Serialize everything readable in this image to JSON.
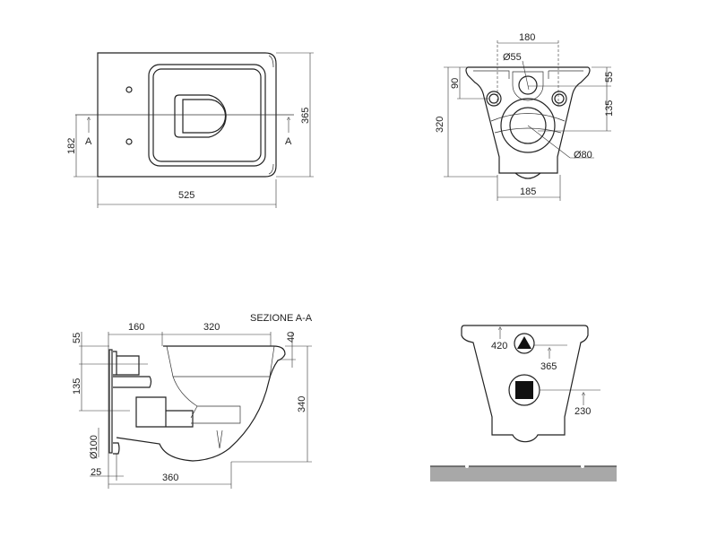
{
  "top_view": {
    "width_label": "525",
    "depth_label": "365",
    "section_offset_label": "182",
    "section_marker_left": "A",
    "section_marker_right": "A"
  },
  "rear_view": {
    "fixing_spacing_label": "180",
    "small_pipe_label": "Ø55",
    "top_to_pipe_label": "55",
    "pipe_spacing_label": "135",
    "top_to_fixings_label": "90",
    "height_label": "320",
    "outlet_label": "Ø80",
    "bottom_width_label": "185"
  },
  "section_view": {
    "title": "SEZIONE A-A",
    "rear_depth_label": "160",
    "bowl_length_label": "320",
    "rim_label": "40",
    "top_offset_label": "55",
    "inlet_offset_label": "135",
    "outlet_diameter_label": "Ø100",
    "wall_gap_label": "25",
    "projection_label": "360",
    "height_label": "340"
  },
  "installation_view": {
    "top_height_label": "420",
    "water_inlet_label": "365",
    "drain_label": "230",
    "floor_color": "#a8a8a8"
  }
}
